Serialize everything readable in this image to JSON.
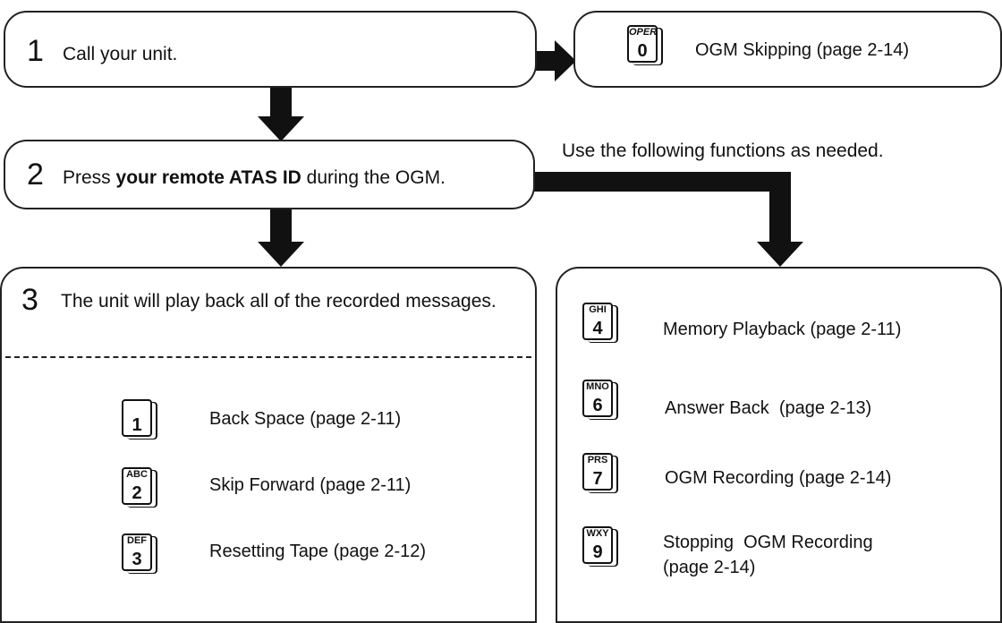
{
  "step1": {
    "number": "1",
    "text": "Call your unit."
  },
  "ogm_skip": {
    "key_sub": "OPER",
    "key_main": "0",
    "label": "OGM Skipping (page 2-14)"
  },
  "note": "Use the following functions as needed.",
  "step2": {
    "number": "2",
    "text_before": "Press ",
    "text_bold": "your remote ATAS ID",
    "text_after": " during the OGM."
  },
  "step3": {
    "number": "3",
    "text": "The unit will play back all of the recorded messages.",
    "functions": [
      {
        "key_sub": "",
        "key_main": "1",
        "label": "Back Space (page 2-11)"
      },
      {
        "key_sub": "ABC",
        "key_main": "2",
        "label": "Skip Forward (page 2-11)"
      },
      {
        "key_sub": "DEF",
        "key_main": "3",
        "label": "Resetting Tape (page 2-12)"
      }
    ]
  },
  "options": [
    {
      "key_sub": "GHI",
      "key_main": "4",
      "label": "Memory Playback (page 2-11)"
    },
    {
      "key_sub": "MNO",
      "key_main": "6",
      "label": "Answer Back  (page 2-13)"
    },
    {
      "key_sub": "PRS",
      "key_main": "7",
      "label": "OGM Recording (page 2-14)"
    },
    {
      "key_sub": "WXY",
      "key_main": "9",
      "label": "Stopping  OGM Recording",
      "label2": "(page 2-14)"
    }
  ]
}
